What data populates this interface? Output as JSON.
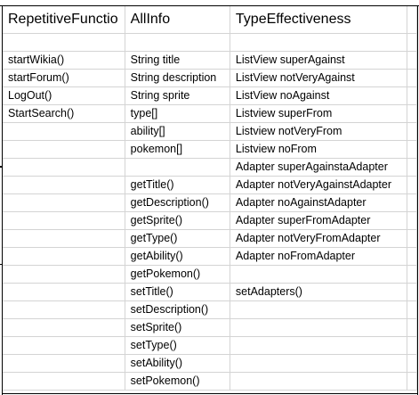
{
  "headers": [
    "RepetitiveFunctio",
    "AllInfo",
    "TypeEffectiveness"
  ],
  "rows": [
    [
      "",
      "",
      ""
    ],
    [
      "startWikia()",
      "String title",
      "ListView superAgainst"
    ],
    [
      "startForum()",
      "String description",
      "ListView notVeryAgainst"
    ],
    [
      "LogOut()",
      "String sprite",
      "ListView noAgainst"
    ],
    [
      "StartSearch()",
      "type[]",
      "Listview superFrom"
    ],
    [
      "",
      "ability[]",
      "Listview notVeryFrom"
    ],
    [
      "",
      "pokemon[]",
      "Listview noFrom"
    ],
    [
      "",
      "",
      "Adapter superAgainstaAdapter"
    ],
    [
      "",
      "getTitle()",
      "Adapter notVeryAgainstAdapter"
    ],
    [
      "",
      "getDescription()",
      "Adapter noAgainstAdapter"
    ],
    [
      "",
      "getSprite()",
      "Adapter superFromAdapter"
    ],
    [
      "",
      "getType()",
      "Adapter notVeryFromAdapter"
    ],
    [
      "",
      "getAbility()",
      "Adapter noFromAdapter"
    ],
    [
      "",
      "getPokemon()",
      ""
    ],
    [
      "",
      "setTitle()",
      "setAdapters()"
    ],
    [
      "",
      "setDescription()",
      ""
    ],
    [
      "",
      "setSprite()",
      ""
    ],
    [
      "",
      "setType()",
      ""
    ],
    [
      "",
      "setAbility()",
      ""
    ],
    [
      "",
      "setPokemon()",
      ""
    ]
  ]
}
